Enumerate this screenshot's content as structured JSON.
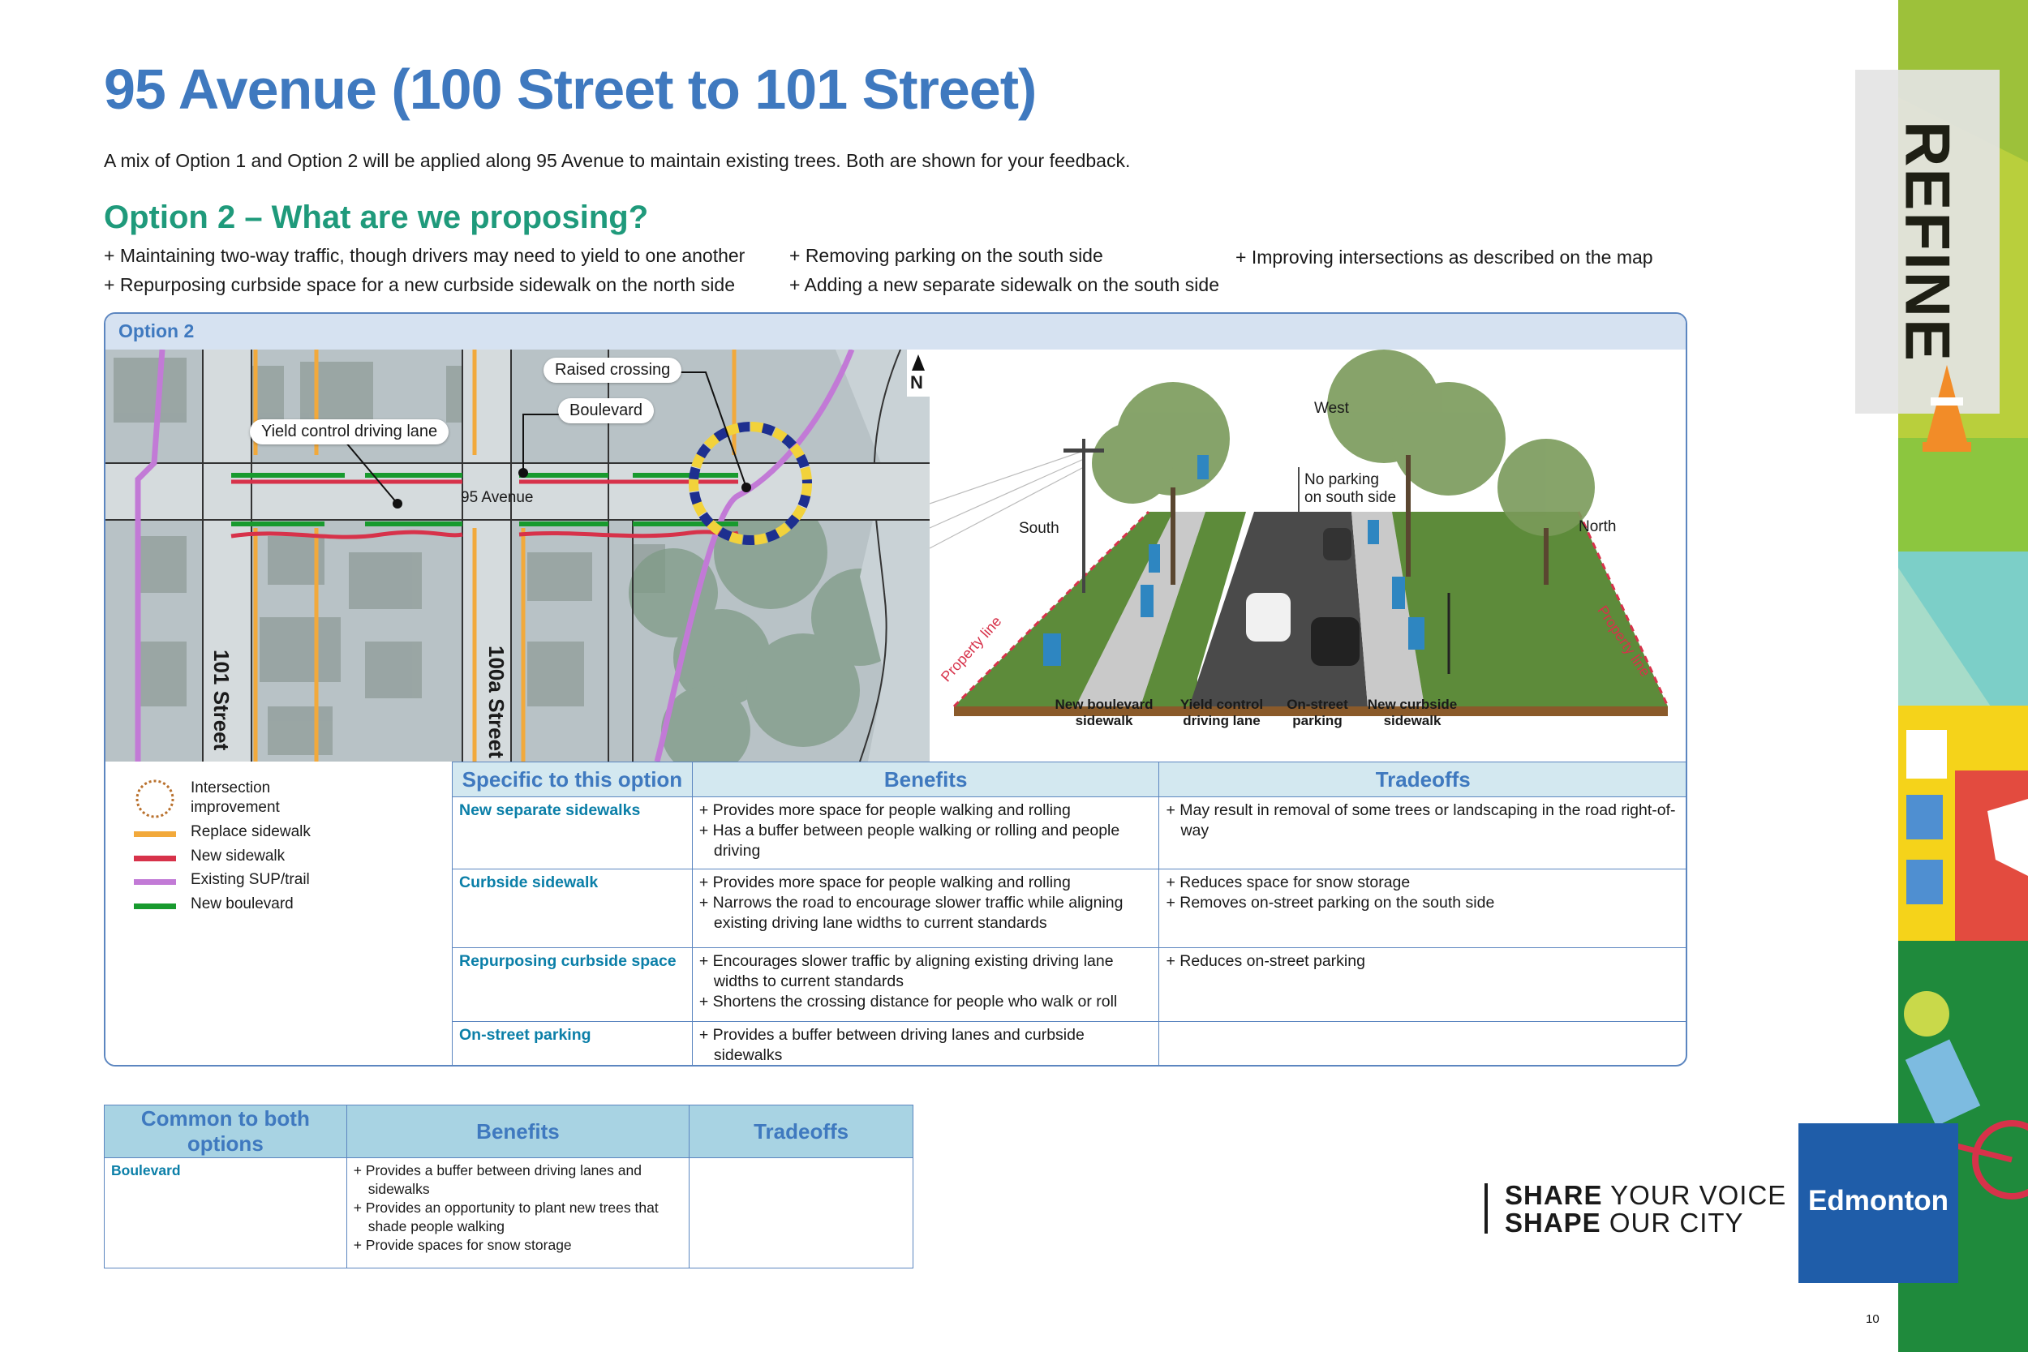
{
  "title": "95 Avenue (100 Street to 101 Street)",
  "intro": "A mix of Option 1 and Option 2 will be applied along 95 Avenue to maintain existing trees. Both are shown for your feedback.",
  "subtitle": "Option 2 – What are we proposing?",
  "proposals": [
    "+ Maintaining two-way traffic, though drivers may need to yield to one another",
    "+ Repurposing curbside space for a new curbside sidewalk on the north side",
    "+ Removing parking on the south side",
    "+ Adding a new separate sidewalk on the south side",
    "+ Improving intersections as described on the map"
  ],
  "panel": {
    "title": "Option 2"
  },
  "map": {
    "labels": {
      "raised_crossing": "Raised crossing",
      "boulevard": "Boulevard",
      "yield": "Yield control driving lane",
      "avenue": "95 Avenue",
      "street_101": "101 Street",
      "street_100a": "100a Street",
      "north": "N"
    }
  },
  "render": {
    "labels": {
      "west": "West",
      "no_parking": "No parking",
      "no_parking_2": "on south side",
      "south": "South",
      "north": "North",
      "property_left": "Property line",
      "property_right": "Property line",
      "new_boulevard_sidewalk_1": "New boulevard",
      "new_boulevard_sidewalk_2": "sidewalk",
      "yield_1": "Yield control",
      "yield_2": "driving lane",
      "onstreet_1": "On-street",
      "onstreet_2": "parking",
      "curbside_1": "New curbside",
      "curbside_2": "sidewalk"
    }
  },
  "legend": {
    "items": [
      {
        "label_1": "Intersection",
        "label_2": "improvement",
        "icon": "dotted-circle"
      },
      {
        "label_1": "Replace sidewalk",
        "color": "#f2a93b"
      },
      {
        "label_1": "New sidewalk",
        "color": "#d7324a"
      },
      {
        "label_1": "Existing SUP/trail",
        "color": "#c27ad6"
      },
      {
        "label_1": "New boulevard",
        "color": "#189a2e"
      }
    ]
  },
  "main_table": {
    "headers": [
      "Specific to this option",
      "Benefits",
      "Tradeoffs"
    ],
    "rows": [
      {
        "label": "New separate sidewalks",
        "benefits": [
          "+ Provides more space for people walking and rolling",
          "+ Has a buffer between people walking or rolling and people driving"
        ],
        "tradeoffs": [
          "+ May result in removal of some trees or landscaping in the road right-of-way"
        ]
      },
      {
        "label": "Curbside sidewalk",
        "benefits": [
          "+ Provides more space for people walking and rolling",
          "+ Narrows the road to encourage slower traffic while aligning existing driving lane widths to current standards"
        ],
        "tradeoffs": [
          "+ Reduces space for snow storage",
          "+ Removes on-street parking on the south side"
        ]
      },
      {
        "label": "Repurposing curbside space",
        "benefits": [
          "+ Encourages slower traffic by aligning existing driving lane widths to current standards",
          "+ Shortens the crossing distance for people who walk or roll"
        ],
        "tradeoffs": [
          "+ Reduces on-street parking"
        ]
      },
      {
        "label": "On-street parking",
        "benefits": [
          "+ Provides a buffer between driving lanes and curbside sidewalks"
        ],
        "tradeoffs": []
      }
    ]
  },
  "common_table": {
    "headers": [
      "Common to both options",
      "Benefits",
      "Tradeoffs"
    ],
    "rows": [
      {
        "label": "Boulevard",
        "benefits": [
          "+ Provides a buffer between driving lanes and sidewalks",
          "+ Provides an opportunity to plant new trees that shade people walking",
          "+ Provide spaces for snow storage"
        ],
        "tradeoffs": []
      }
    ]
  },
  "footer": {
    "share_bold_1": "SHARE",
    "share_rest_1": " YOUR VOICE",
    "share_bold_2": "SHAPE",
    "share_rest_2": " OUR CITY",
    "logo_text": "Edmonton",
    "page_number": "10"
  },
  "side_tab": {
    "label": "REFINE"
  },
  "colors": {
    "title_blue": "#3f79bf",
    "subtitle_green": "#1f9a7b",
    "table_label": "#0b7fa8",
    "logo_blue": "#1f5da9"
  }
}
